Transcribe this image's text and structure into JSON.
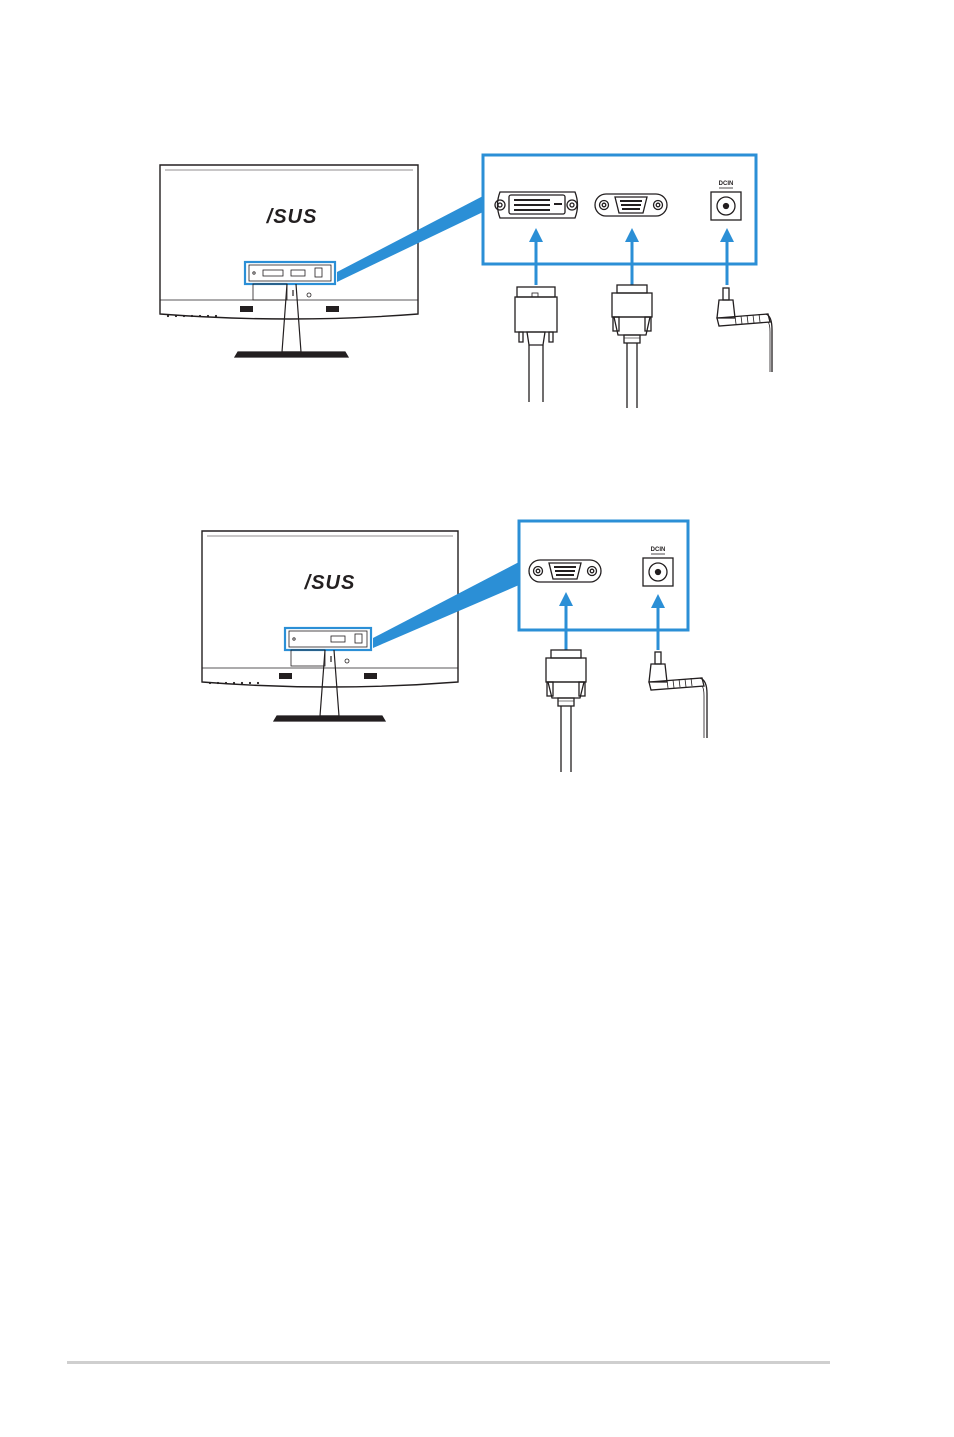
{
  "colors": {
    "accent": "#2b8fd6",
    "line": "#231f20",
    "footer_rule": "#cfcfcf"
  },
  "diagram_1": {
    "brand_logo": "/SUS",
    "power_label": "DCIN",
    "ports": [
      "DVI port",
      "VGA port",
      "DC-IN power jack"
    ]
  },
  "diagram_2": {
    "brand_logo": "/SUS",
    "power_label": "DCIN",
    "ports": [
      "VGA port",
      "DC-IN power jack"
    ]
  }
}
